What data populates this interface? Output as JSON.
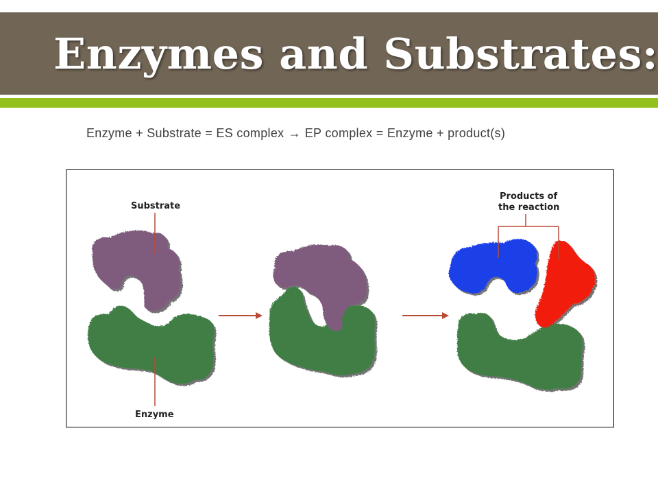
{
  "slide": {
    "title": "Enzymes and Substrates:",
    "equation": {
      "left": "Enzyme + Substrate = ES complex",
      "right": "EP complex = Enzyme + product(s)"
    }
  },
  "diagram": {
    "labels": {
      "substrate": "Substrate",
      "enzyme": "Enzyme",
      "products_line1": "Products of",
      "products_line2": "the reaction"
    }
  },
  "colors": {
    "title_bar": "#716555",
    "accent_bar": "#93c01f",
    "enzyme": "#3f7e45",
    "substrate": "#7f5b7e",
    "product_blue": "#1f3fe8",
    "product_red": "#f21f0c",
    "pointer": "#b84a36"
  }
}
